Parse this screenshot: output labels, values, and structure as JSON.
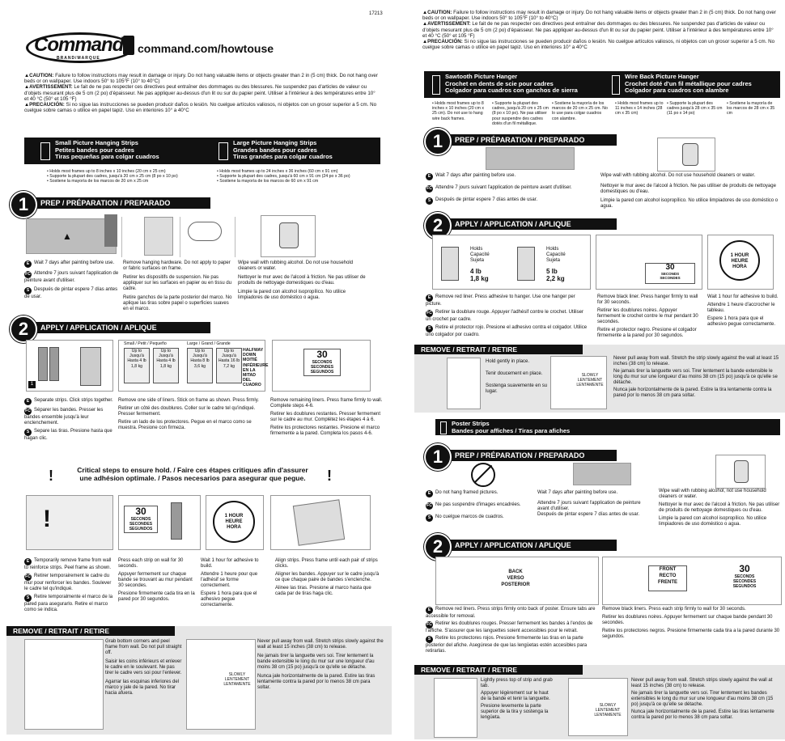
{
  "doc_id": "17213",
  "logo": {
    "brand": "Command",
    "sub": "BRAND/MARQUE",
    "url": "command.com/howtouse"
  },
  "cautions": {
    "en": {
      "label": "CAUTION:",
      "text": "Failure to follow instructions may result in damage or injury. Do not hang valuable items or objects greater than 2 in (5 cm) thick. Do not hang over beds or on wallpaper. Use indoors 50° to 105°F (10° to 40°C)"
    },
    "fr": {
      "label": "AVERTISSEMENT:",
      "text": "Le fait de ne pas respecter ces directives peut entraîner des dommages ou des blessures. Ne suspendez pas d'articles de valeur ou d'objets mesurant plus de 5 cm (2 po) d'épaisseur. Ne pas appliquer au-dessus d'un lit ou sur du papier peint. Utiliser à l'intérieur à des températures entre 10° et 40 °C (50° et 105 °F)"
    },
    "es": {
      "label": "PRECAUCIÓN:",
      "text": "Si no sigue las instrucciones se pueden producir daños o lesión. No cuelgue artículos valiosos, ni objetos con un grosor superior a 5 cm. No cuelgue sobre camas o utilice en papel tapiz. Uso en interiores 10° a 40°C"
    }
  },
  "left": {
    "small_title": [
      "Small Picture Hanging Strips",
      "Petites bandes pour cadres",
      "Tiras pequeñas para colgar cuadros"
    ],
    "small_bullets": [
      "Holds most frames up to 8 inches x 10 inches (20 cm x 25 cm)",
      "Supporte la plupart des cadres, jusqu'à 20 cm x 25 cm (8 po x 10 po)",
      "Sostiene la mayoría de los marcos de 20 cm x 25 cm"
    ],
    "large_title": [
      "Large Picture Hanging Strips",
      "Grandes bandes pour cadres",
      "Tiras grandes para colgar cuadros"
    ],
    "large_bullets": [
      "Holds most frames up to 24 inches x 36 inches (60 cm x 91 cm)",
      "Supporte la plupart des cadres, jusqu'à 60 cm x 91 cm (24 po x 36 po)",
      "Sostiene la mayoría de los marcos de 60 cm x 91 cm"
    ],
    "prep_title": "PREP / PRÉPARATION / PREPARADO",
    "prep_text": {
      "c1": {
        "e": "Wait 7 days after painting before use.",
        "f": "Attendre 7 jours suivant l'application de peinture avant d'utiliser.",
        "s": "Después de pintar espere 7 días antes de usar."
      },
      "c2": {
        "e": "Remove hanging hardware. Do not apply to paper or fabric surfaces on frame.",
        "f": "Retirer les dispositifs de suspension. Ne pas appliquer sur les surfaces en papier ou en tissu du cadre.",
        "s": "Retire ganchos de la parte posterior del marco. No aplique las tiras sobre papel o superficies suaves en el marco."
      },
      "c3": {
        "e": "Wipe wall with rubbing alcohol. Do not use household cleaners or water.",
        "f": "Nettoyer le mur avec de l'alcool à friction. Ne pas utiliser de produits de nettoyage domestiques ou d'eau.",
        "s": "Limpie la pared con alcohol isopropílico. No utilice limpiadores de uso doméstico o agua."
      }
    },
    "apply_title": "APPLY / APPLICATION / APLIQUE",
    "apply_text": {
      "c1": {
        "e": "Separate strips. Click strips together.",
        "f": "Séparer les bandes. Presser les bandes ensemble jusqu'à leur enclenchement.",
        "s": "Separe las tiras. Presione hasta que hagan clic."
      },
      "c2": {
        "e": "Remove one side of liners. Stick on frame as shown. Press firmly.",
        "f": "Retirer un côté des doublures. Coller sur le cadre tel qu'indiqué. Presser fermement.",
        "s": "Retire un lado de los protectores. Pegue en el marco como se muestra. Presione con firmeza."
      },
      "c3": {
        "e": "Remove remaining liners. Press frame firmly to wall. Complete steps 4-6.",
        "f": "Retirer les doublures restantes. Presser fermement sur le cadre au mur. Complétez les étapes 4 à 6.",
        "s": "Retire los protectores restantes. Presione el marco firmemente a la pared. Completa los pasos 4-6."
      }
    },
    "size_table": {
      "small": "Small / Petit / Pequeño",
      "large": "Large / Grand / Grande",
      "cells": [
        "Up to Jusqu'à Hasta 4 lb 1,8 kg",
        "Up to Jusqu'à Hasta 4 lb 1,8 kg",
        "Up to Jusqu'à Hasta 8 lb 3,6 kg",
        "Up to Jusqu'à Hasta 16 lb 7,2 kg"
      ],
      "side": "HALFWAY DOWN MOITIÉ INFÉRIEURE EN LA MITAD DEL CUADRO"
    },
    "seconds30": [
      "30",
      "SECONDS",
      "SECONDES",
      "SEGUNDOS"
    ],
    "critical": "Critical steps to ensure hold. / Faire ces étapes critiques afin d'assurer une adhésion optimale. / Pasos necesarios para asegurar que pegue.",
    "hour": [
      "1 HOUR",
      "HEURE",
      "HORA"
    ],
    "crit_text": {
      "c1": {
        "e": "Temporarily remove frame from wall to reinforce strips. Peel frame as shown.",
        "f": "Retirer temporairement le cadre du mur pour renforcer les bandes. Soulever le cadre tel qu'indiqué.",
        "s": "Retire temporalmente el marco de la pared para asegurarlo. Retire el marco como se indica."
      },
      "c2": {
        "e": "Press each strip on wall for 30 seconds.",
        "f": "Appuyer fermement sur chaque bande se trouvant au mur pendant 30 secondes.",
        "s": "Presione firmemente cada tira en la pared por 30 segundos."
      },
      "c3": {
        "e": "Wait 1 hour for adhesive to build.",
        "f": "Attendre 1 heure pour que l'adhésif se forme correctement.",
        "s": "Espere 1 hora para que el adhesivo pegue correctamente."
      },
      "c4": {
        "e": "Align strips. Press frame until each pair of strips clicks.",
        "f": "Aligner les bandes. Appuyer sur le cadre jusqu'à ce que chaque paire de bandes s'enclenche.",
        "s": "Alinee las tiras. Presione al marco hasta que cada par de tiras haga clic."
      }
    },
    "remove_title": "REMOVE / RETRAIT / RETIRE",
    "remove_text1": [
      "Grab bottom corners and peel frame from wall. Do not pull straight off.",
      "Saisir les coins inférieurs et enlever le cadre en le soulevant. Ne pas tirer le cadre vers soi pour l'enlever.",
      "Agarrar las esquinas inferiores del marco y jale de la pared. No tirar hacia afuera."
    ],
    "slowly": [
      "SLOWLY",
      "LENTEMENT",
      "LENTAMENTE"
    ],
    "remove_text2": [
      "Never pull away from wall. Stretch strips slowly against the wall at least 15 inches (38 cm) to release.",
      "Ne jamais tirer la languette vers soi. Tirer lentement la bande extensible le long du mur sur une longueur d'au moins 38 cm (15 po) jusqu'à ce qu'elle se détache.",
      "Nunca jale horizontalmente de la pared. Estire las tiras lentamente contra la pared por lo menos 38 cm para soltar."
    ]
  },
  "right": {
    "sawtooth_title": [
      "Sawtooth Picture Hanger",
      "Crochet en dents de scie pour cadres",
      "Colgador para cuadros con ganchos de sierra"
    ],
    "sawtooth_bullets": [
      "Holds most frames up to 8 inches x 10 inches (20 cm x 25 cm). Do not use to hang wire back frames.",
      "Supporte la plupart des cadres, jusqu'à 20 cm x 25 cm (8 po x 10 po). Ne pas utiliser pour suspendre des cadres dotés d'un fil métallique.",
      "Sostiene la mayoría de los marcos de 20 cm x 25 cm. No lo use para colgar cuadros con alambre."
    ],
    "wire_title": [
      "Wire Back Picture Hanger",
      "Crochet doté d'un fil métallique pour cadres",
      "Colgador para cuadros con alambre"
    ],
    "wire_bullets": [
      "Holds most frames up to 11 inches x 14 inches (28 cm x 35 cm)",
      "Supporte la plupart des cadres jusqu'à 28 cm x 35 cm (11 po x 14 po)",
      "Sostiene la mayoría de los marcos de 28 cm x 35 cm"
    ],
    "prep_title": "PREP / PRÉPARATION / PREPARADO",
    "prep1": {
      "e": "Wait 7 days after painting before use.",
      "f": "Attendre 7 jours suivant l'application de peinture avant d'utiliser.",
      "s": "Después de pintar espere 7 días antes de usar."
    },
    "prep2": {
      "e": "Wipe wall with rubbing alcohol. Do not use household cleaners or water.",
      "f": "Nettoyer le mur avec de l'alcool à friction. Ne pas utiliser de produits de nettoyage domestiques ou d'eau.",
      "s": "Limpie la pared con alcohol isopropílico. No utilice limpiadores de uso doméstico o agua."
    },
    "apply_title": "APPLY / APPLICATION / APLIQUE",
    "holds": [
      "Holds",
      "Capacité",
      "Sujeta"
    ],
    "w1": [
      "4 lb",
      "1,8 kg"
    ],
    "w2": [
      "5 lb",
      "2,2 kg"
    ],
    "seconds30": [
      "30",
      "SECONDS",
      "SECONDES",
      "SEGUNDOS"
    ],
    "hour": [
      "1 HOUR",
      "HEURE",
      "HORA"
    ],
    "apply1": {
      "e": "Remove red liner. Press adhesive to hanger. Use one hanger per picture.",
      "f": "Retirer la doublure rouge. Appuyer l'adhésif contre le crochet. Utiliser un crochet par cadre.",
      "s": "Retire el protector rojo. Presione el adhesivo contra el colgador. Utilice uno colgador por cuadro."
    },
    "apply2": {
      "e": "Remove black liner. Press hanger firmly to wall for 30 seconds.",
      "f": "Retirer les doublures noires. Appuyer fermement le crochet contre le mur pendant 30 secondes.",
      "s": "Retire el protector negro. Presione el colgador firmemente a la pared por 30 segundos."
    },
    "apply3": {
      "e": "Wait 1 hour for adhesive to build.",
      "f": "Attendre 1 heure d'accrocher le tableau.",
      "s": "Espere 1 hora para que el adhesivo pegue correctamente."
    },
    "remove_title": "REMOVE / RETRAIT / RETIRE",
    "rem1": [
      "Hold gently in place.",
      "Tenir doucement en place.",
      "Sostenga suavemente en su lugar."
    ],
    "slowly": [
      "SLOWLY",
      "LENTEMENT",
      "LENTAMENTE"
    ],
    "rem2": [
      "Never pull away from wall. Stretch the strip slowly against the wall at least 15 inches (38 cm) to release.",
      "Ne jamais tirer la languette vers soi. Tirer lentement la bande extensible le long du mur sur une longueur d'au moins 38 cm (15 po) jusqu'à ce qu'elle se détache.",
      "Nunca jale horizontalmente de la pared. Estire la tira lentamente contra la pared por lo menos 38 cm para soltar."
    ],
    "poster_title": [
      "Poster Strips",
      "Bandes pour affiches / Tiras para afiches"
    ],
    "pprep_title": "PREP / PRÉPARATION / PREPARADO",
    "pprep1": {
      "e": "Do not hang framed pictures.",
      "f": "Ne pas suspendre d'images encadrées.",
      "s": "No cuelgue marcos de cuadros."
    },
    "pprep2": {
      "e": "Wait 7 days after painting before use.",
      "f": "Attendre 7 jours suivant l'application de peinture avant d'utiliser.",
      "s": "Después de pintar espere 7 días antes de usar."
    },
    "pprep3": {
      "e": "Wipe wall with rubbing alcohol, not use household cleaners or water.",
      "f": "Nettoyer le mur avec de l'alcool à friction. Ne pas utiliser de produits de nettoyage domestiques ou d'eau.",
      "s": "Limpie la pared con alcohol isopropílico. No utilice limpiadores de uso doméstico o agua."
    },
    "papply_title": "APPLY / APPLICATION / APLIQUE",
    "back": [
      "BACK",
      "VERSO",
      "POSTERIOR"
    ],
    "front": [
      "FRONT",
      "RECTO",
      "FRENTE"
    ],
    "papply1": {
      "e": "Remove red liners. Press strips firmly onto back of poster. Ensure tabs are accessible for removal.",
      "f": "Retirer les doublures rouges. Presser fermement les bandes à l'endos de l'affiche. S'assurer que les languettes soient accessibles pour le retrait.",
      "s": "Retire los protectores rojos. Presione firmemente las tiras en la parte posterior del afiche. Asegúrese de que las lengüetas estén accesibles para retirarlas."
    },
    "papply2": {
      "e": "Remove black liners. Press each strip firmly to wall for 30 seconds.",
      "f": "Retirer les doublures noires. Appuyer fermement sur chaque bande pendant 30 secondes.",
      "s": "Retire los protectores negros. Presione firmemente cada tira a la pared durante 30 segundos."
    },
    "premove_title": "REMOVE / RETRAIT / RETIRE",
    "prem1": [
      "Lightly press top of strip and grab tab.",
      "Appuyer légèrement sur le haut de la bande et tenir la languette.",
      "Presione levemente la parte superior de la tira y sostenga la lengüeta."
    ],
    "prem2": [
      "Never pull away from wall. Stretch strips slowly against the wall at least 15 inches (38 cm) to release.",
      "Ne jamais tirer la languette vers soi. Tirer lentement les bandes extensibles le long du mur sur une longueur d'au moins 38 cm (15 po) jusqu'à ce qu'elle se détache.",
      "Nunca jale horizontalmente de la pared. Estire las tiras lentamente contra la pared por lo menos 38 cm para soltar."
    ]
  }
}
